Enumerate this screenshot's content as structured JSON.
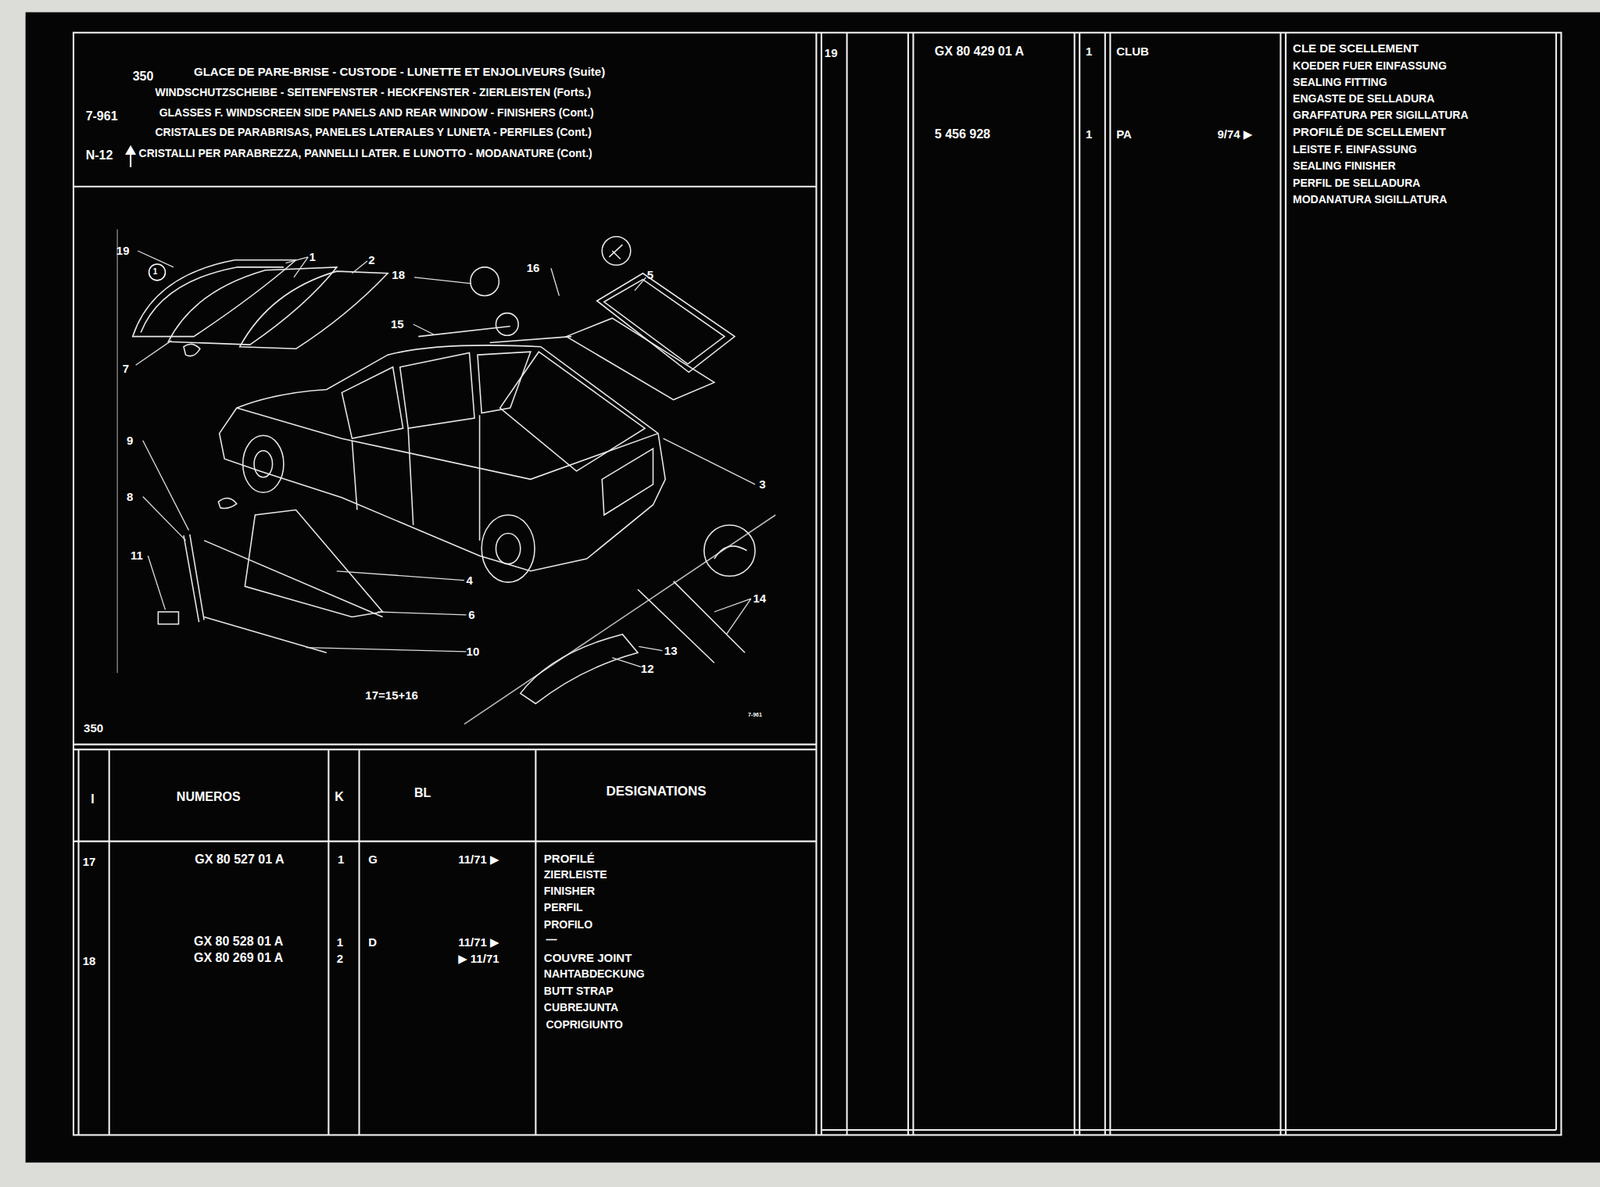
{
  "diagram": {
    "nodes": [
      {
        "text": [
          "350",
          "GLACE DE PARE-BRISE - CUSTODE - LUNETTE ET ENJOLIVEURS (Suite)",
          "WINDSCHUTZSCHEIBE - SEITENFENSTER - HECKFENSTER - ZIERLEISTEN (Forts.)",
          "7-961",
          "GLASSES F. WINDSCREEN SIDE PANELS AND REAR WINDOW - FINISHERS (Cont.)",
          "CRISTALES DE PARABRISAS, PANELES LATERALES Y LUNETA - PERFILES (Cont.)",
          "N-12",
          "CRISTALLI PER PARABREZZA, PANNELLI LATER. E LUNOTTO - MODANATURE (Cont.)"
        ]
      }
    ],
    "labels": [
      "19",
      "1",
      "1",
      "2",
      "18",
      "16",
      "5",
      "15",
      "7",
      "9",
      "8",
      "11",
      "3",
      "4",
      "6",
      "10",
      "14",
      "13",
      "12",
      "17=15+16",
      "350",
      "7-961",
      "I",
      "NUMEROS",
      "K",
      "BL",
      "DESIGNATIONS",
      "17",
      "GX 80 527 01 A",
      "1",
      "G",
      "11/71 ▶",
      "PROFILÉ",
      "ZIERLEISTE",
      "FINISHER",
      "PERFIL",
      "PROFILO",
      "GX 80 528 01 A",
      "1",
      "D",
      "11/71 ▶",
      "—",
      "18",
      "GX 80 269 01 A",
      "2",
      "▶ 11/71",
      "COUVRE JOINT",
      "NAHTABDECKUNG",
      "BUTT STRAP",
      "CUBREJUNTA",
      "COPRIGIUNTO",
      "19",
      "GX 80 429 01 A",
      "1",
      "CLUB",
      "CLE DE SCELLEMENT",
      "KOEDER FUER EINFASSUNG",
      "SEALING FITTING",
      "ENGASTE DE SELLADURA",
      "GRAFFATURA PER SIGILLATURA",
      "5 456 928",
      "1",
      "PA",
      "9/74 ▶",
      "PROFILÉ DE SCELLEMENT",
      "LEISTE F. EINFASSUNG",
      "SEALING FINISHER",
      "PERFIL DE SELLADURA",
      "MODANATURA SIGILLATURA"
    ]
  }
}
